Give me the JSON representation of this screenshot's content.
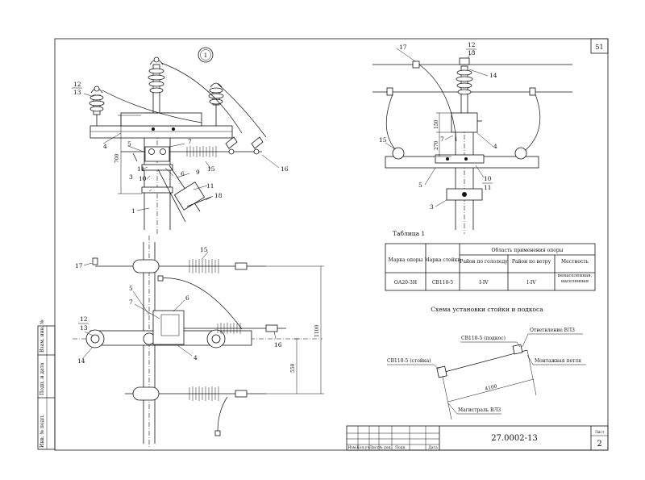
{
  "sheet": {
    "page_number": "51",
    "detail_marker": "1",
    "doc_code": "27.0002-13",
    "sheet_label": "Лист",
    "sheet_no": "2"
  },
  "title_block": {
    "cols": [
      "Изм.",
      "Кол.уч.",
      "Лист",
      "№ док.",
      "Подп.",
      "Дата"
    ]
  },
  "side_stamp": {
    "fields": [
      "Инв. № подл.",
      "Подп. и дата",
      "Взам. инв. №"
    ]
  },
  "callouts": {
    "c1": "1",
    "c3": "3",
    "c4": "4",
    "c5": "5",
    "c6": "6",
    "c7": "7",
    "c9": "9",
    "c10": "10",
    "c11": "11",
    "c12": "12",
    "c13": "13",
    "c14": "14",
    "c15": "15",
    "c16": "16",
    "c17": "17",
    "c18": "18"
  },
  "dims": {
    "d700": "700",
    "d150": "150",
    "d270": "270",
    "d1100": "1100",
    "d550": "550",
    "d4100": "4100"
  },
  "table": {
    "caption": "Таблица 1",
    "col_support": "Марка опоры",
    "col_post": "Марка стойки",
    "col_area": "Область применения опоры",
    "col_ice": "Район по гололеду",
    "col_wind": "Район по ветру",
    "col_terrain": "Местность",
    "row": {
      "support": "ОА20-3Н",
      "post": "СВ110-5",
      "ice": "I-IV",
      "wind": "I-IV",
      "terrain": "ненаселенная, населенная"
    }
  },
  "scheme": {
    "title": "Схема установки стойки и подкоса",
    "brace": "СВ110-5 (подкос)",
    "post": "СВ110-5 (стойка)",
    "branch": "Ответвление ВЛЗ",
    "loop": "Монтажная петля",
    "main": "Магистраль ВЛЗ",
    "len": "4100"
  }
}
